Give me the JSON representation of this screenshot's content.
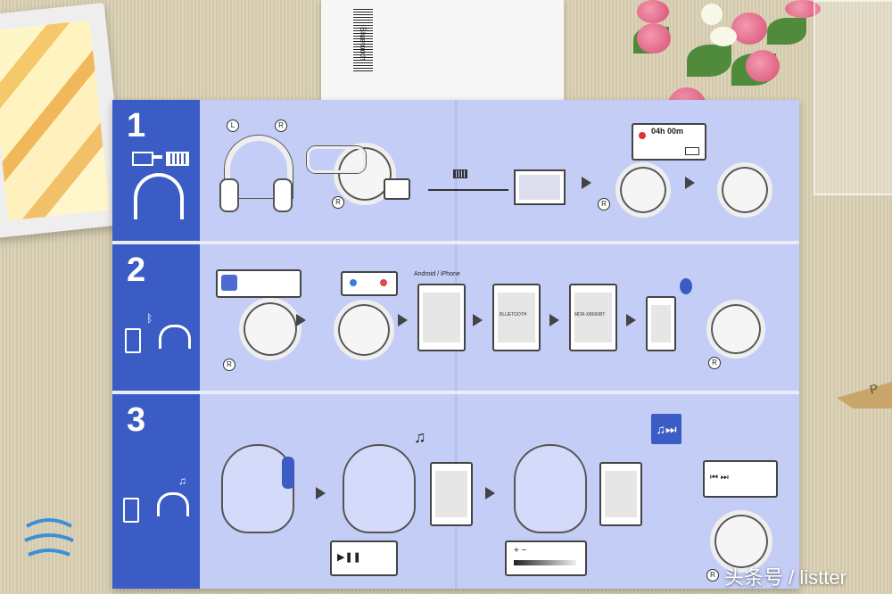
{
  "paper_top": {
    "brand_text": "Bluetooth"
  },
  "manual": {
    "steps": [
      {
        "number": "1"
      },
      {
        "number": "2",
        "phone_caption": "Android / iPhone",
        "list_items": [
          "BLUETOOTH",
          "MDR-XB650BT"
        ]
      },
      {
        "number": "3"
      }
    ],
    "timer_text": "04h 00m",
    "r_mark": "R",
    "l_mark": "L"
  },
  "watermark": "头条号 / listter",
  "cork_text": "P",
  "colors": {
    "step_side": "#3b5cc4",
    "manual_bg": "#c4cdf5",
    "table": "#d9cfb3"
  }
}
